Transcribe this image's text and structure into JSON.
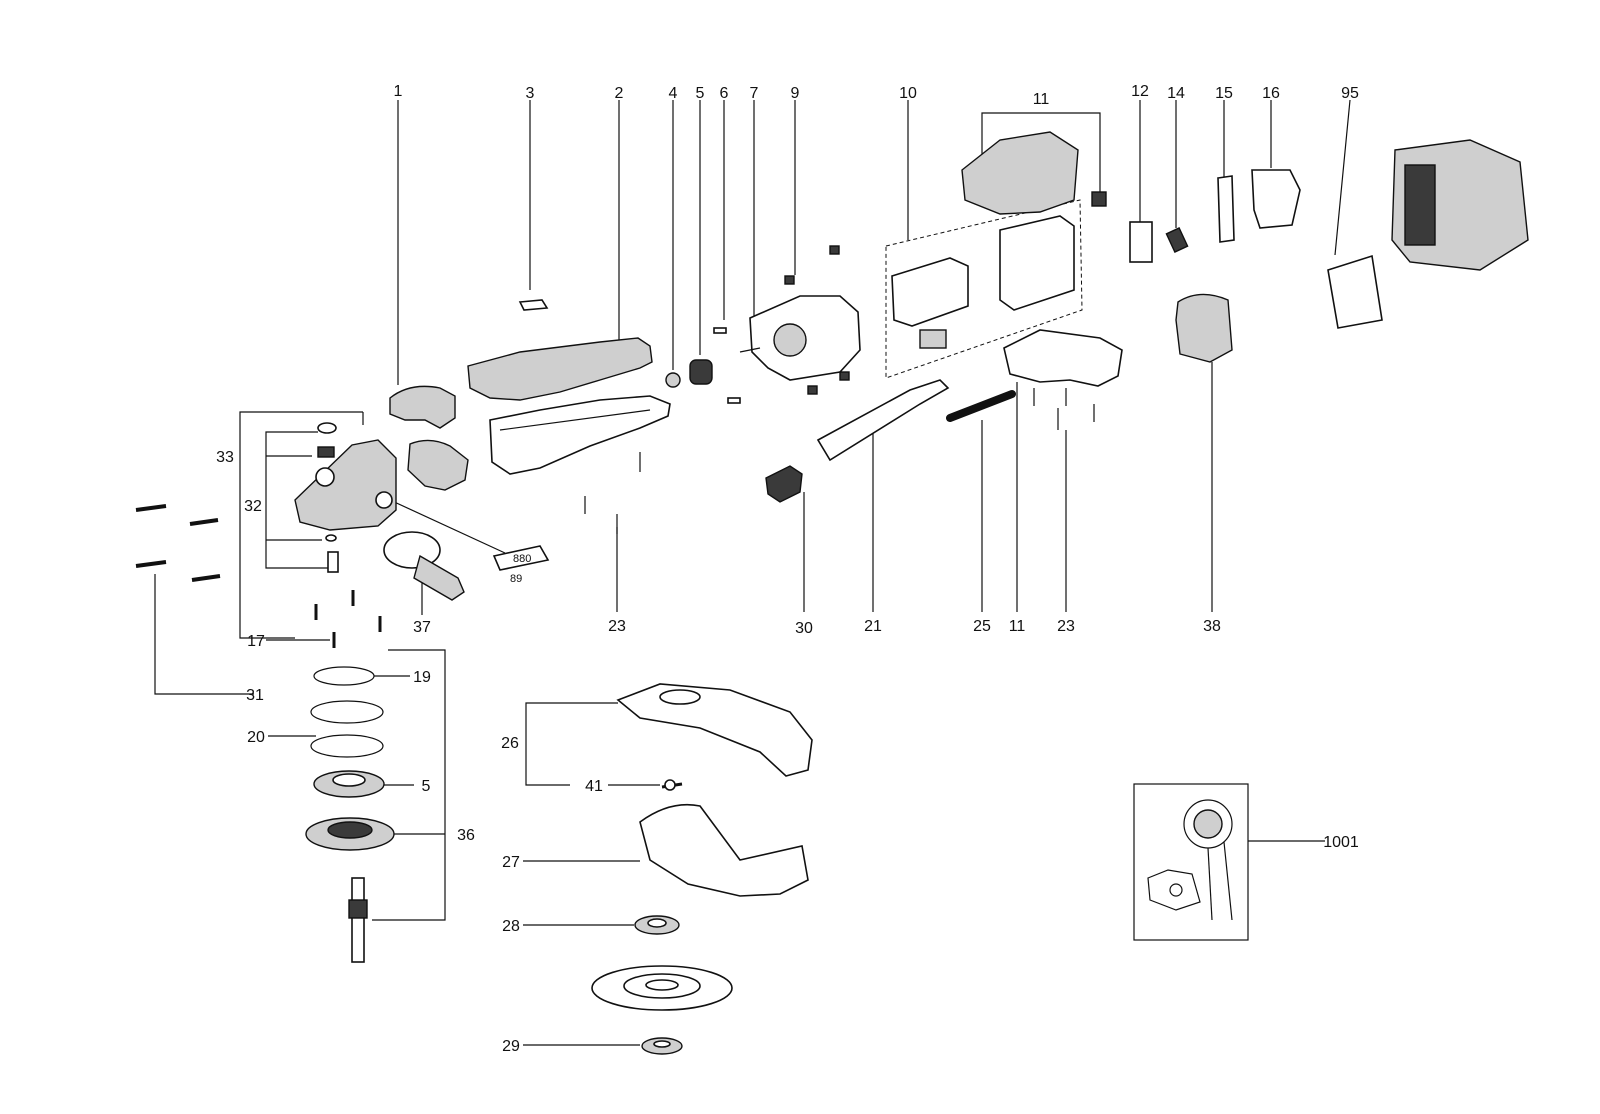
{
  "callouts": {
    "c1": "1",
    "c2": "2",
    "c3": "3",
    "c4": "4",
    "c5": "5",
    "c6": "6",
    "c7": "7",
    "c9": "9",
    "c10": "10",
    "c11_top": "11",
    "c12": "12",
    "c14": "14",
    "c15": "15",
    "c16": "16",
    "c95": "95",
    "c33": "33",
    "c32": "32",
    "c37": "37",
    "c17": "17",
    "c19": "19",
    "c31": "31",
    "c20": "20",
    "c5_low": "5",
    "c36": "36",
    "c23_left": "23",
    "c30": "30",
    "c21": "21",
    "c25": "25",
    "c11_low": "11",
    "c23_right": "23",
    "c38": "38",
    "c26": "26",
    "c41": "41",
    "c27": "27",
    "c28": "28",
    "c29": "29",
    "c1001": "1001"
  },
  "part_markings": {
    "tube_code_top": "880",
    "tube_code_bottom": "89"
  },
  "colors": {
    "line": "#111111",
    "background": "#ffffff",
    "shade": "#cfcfcf",
    "dark": "#3a3a3a"
  }
}
